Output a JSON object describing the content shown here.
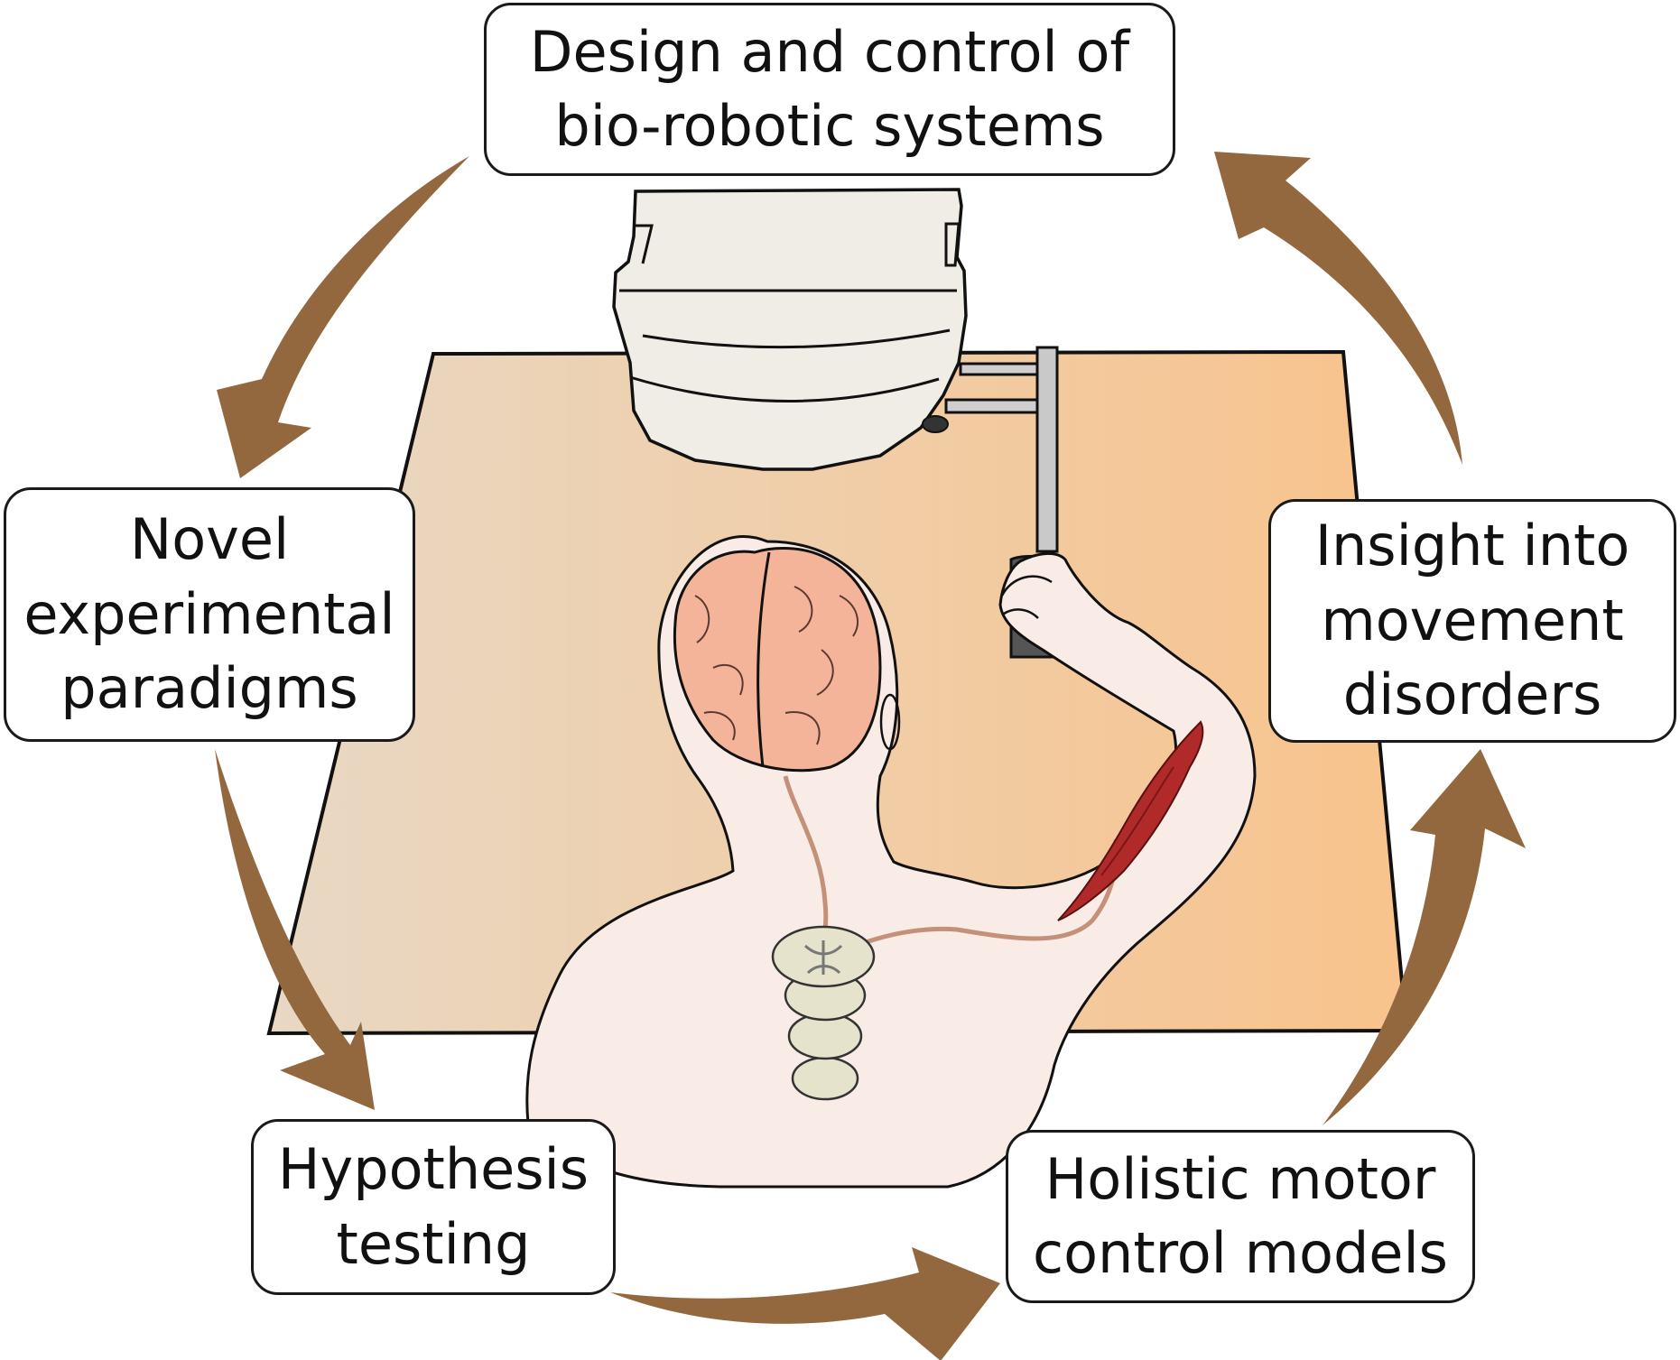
{
  "boxes": {
    "design": {
      "line1": "Design and control of",
      "line2": "bio-robotic systems"
    },
    "novel": {
      "line1": "Novel",
      "line2": "experimental",
      "line3": "paradigms"
    },
    "insight": {
      "line1": "Insight into",
      "line2": "movement",
      "line3": "disorders"
    },
    "hypothesis": {
      "line1": "Hypothesis",
      "line2": "testing"
    },
    "holistic": {
      "line1": "Holistic motor",
      "line2": "control models"
    }
  },
  "colors": {
    "arrow": "#93683f",
    "table_left": "#e8d8c4",
    "table_right": "#f8c38c",
    "skin": "#f9ece6",
    "brain": "#f4b49a",
    "muscle": "#b02a2a",
    "robot": "#efede6",
    "nerve": "#c5907a"
  },
  "icons": [
    "robot-device-icon",
    "brain-icon",
    "spinal-cord-icon",
    "muscle-icon",
    "cycle-arrow-icon"
  ]
}
